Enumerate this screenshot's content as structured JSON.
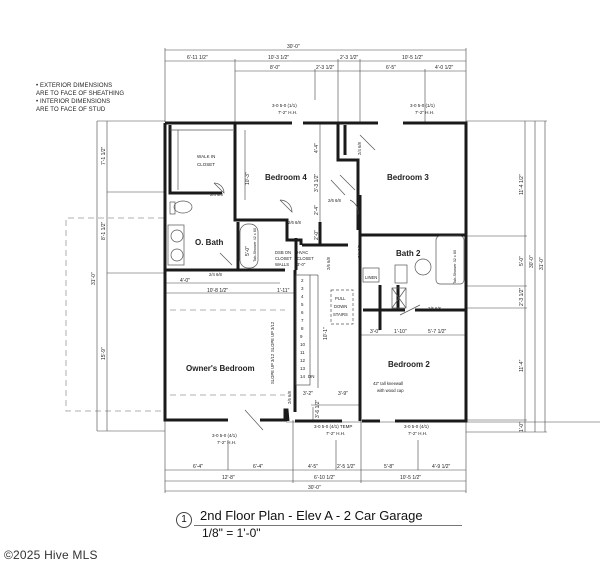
{
  "notes": {
    "line1": "• EXTERIOR DIMENSIONS",
    "line2": "ARE TO FACE OF SHEATHING",
    "line3": "• INTERIOR DIMENSIONS",
    "line4": "ARE TO FACE OF STUD"
  },
  "title": {
    "number": "1",
    "name": "2nd Floor Plan - Elev A - 2 Car Garage",
    "scale": "1/8\" = 1'-0\""
  },
  "copyright": "©2025 Hive MLS",
  "rooms": {
    "walk_in_closet_1": "WALK IN",
    "walk_in_closet_2": "CLOSET",
    "bedroom4": "Bedroom 4",
    "bedroom3": "Bedroom 3",
    "obath": "O. Bath",
    "bath2": "Bath 2",
    "owners": "Owner's Bedroom",
    "bedroom2": "Bedroom 2",
    "linen": "LINEN",
    "pull_down_1": "PULL",
    "pull_down_2": "DOWN",
    "pull_down_3": "STAIRS",
    "hvac_1": "HVAC",
    "hvac_2": "CLOSET",
    "hvac_3": "3'-0\"",
    "dsb_1": "DSB ON",
    "dsb_2": "CLOSET",
    "dsb_3": "WALLS",
    "kneewall_1": "42\" tall kneewall",
    "kneewall_2": "with wood cap",
    "dn": "DN"
  },
  "dimensions": {
    "top": {
      "overall": "30'-0\"",
      "row1": [
        "6'-11 1/2\"",
        "10'-3 1/2\"",
        "2'-3 1/2\"",
        "10'-5 1/2\""
      ],
      "row2": [
        "8'-0\"",
        "2'-3 1/2\"",
        "6'-5\"",
        "4'-0 1/2\""
      ]
    },
    "bottom": {
      "row1": [
        "6'-4\"",
        "6'-4\"",
        "4'-5\"",
        "2'-5 1/2\"",
        "5'-8\"",
        "4'-9 1/2\""
      ],
      "row2": [
        "12'-8\"",
        "6'-10 1/2\"",
        "10'-5 1/2\""
      ],
      "overall": "30'-0\""
    },
    "left": {
      "overall": "31'-0\"",
      "segments": [
        "7'-1 1/2\"",
        "8'-1 1/2\"",
        "15'-9\""
      ]
    },
    "right": {
      "segments": [
        "11'-4 1/2\"",
        "5'-0\"",
        "2'-3 1/2\"",
        "11'-4\"",
        "1'-0\""
      ],
      "mid": "30'-0\"",
      "overall": "31'-0\""
    },
    "interior": {
      "bed4_height": "10'-3\"",
      "hall_a": "4'-4\"",
      "hall_b": "3'-3 1/2\"",
      "hall_c": "2'-4\"",
      "hall_d": "2'-0\"",
      "obath_tub": "5'-0\"",
      "owners_a": "4'-0\"",
      "owners_b": "10'-8 1/2\"",
      "owners_c": "1'-11\"",
      "stair_len": "10'-1\"",
      "stair_a": "3'-2\"",
      "stair_b": "3'-9\"",
      "stair_c": "3'-6 1/2\"",
      "bed2_a": "3'-0\"",
      "bed2_b": "1'-10\"",
      "bed2_c": "5'-7 1/2\"",
      "bath2_tp": "2'2\""
    }
  },
  "windows": {
    "top_left": [
      "3-0 5-0 (1/1)",
      "7'-2\" H.H."
    ],
    "top_right": [
      "3-0 5-0 (1/1)",
      "7'-2\" H.H."
    ],
    "bottom_left": [
      "3-0 5-0 (4/1)",
      "7'-2\" H.H."
    ],
    "bottom_mid": [
      "3-0 5-0 (4/1) TEMP",
      "7'-2\" H.H."
    ],
    "bottom_right": [
      "3-0 5-0 (4/1)",
      "7'-2\" H.H."
    ]
  },
  "doors": {
    "walkin": "2/4 6/8",
    "bed4": "2/6 6/8",
    "bed4_closet": "2/6 6/8",
    "bed3_closet": "2/4 6/8",
    "bed3": "2/6 6/8",
    "bath2": "2/4 6/8",
    "obath": "2/4 6/8",
    "hvac": "2/6 6/8",
    "owners": "2/6 6/8",
    "bed2": "2/6 6/8"
  },
  "fixtures": {
    "obath_shower": "Tub-Shower 42 x 60",
    "bath2_shower": "Tub-Shower 32 x 60"
  },
  "slope_labels": [
    "SLOPE UP 3/12",
    "SLOPE UP 3/12"
  ],
  "stair_steps": [
    "2",
    "3",
    "4",
    "5",
    "6",
    "7",
    "8",
    "9",
    "10",
    "11",
    "12",
    "13",
    "14"
  ]
}
